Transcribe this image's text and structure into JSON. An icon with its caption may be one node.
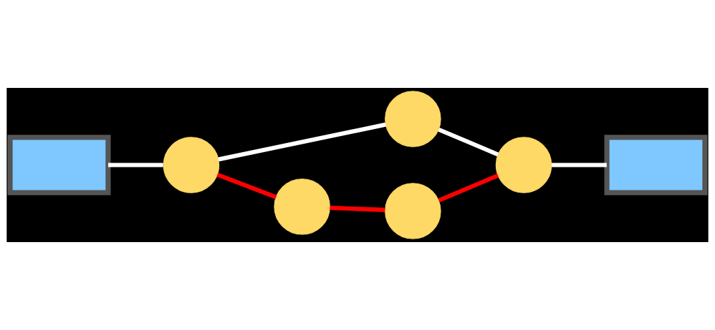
{
  "diagram": {
    "nodes": [
      {
        "text": [],
        "shape": "monitor"
      },
      {
        "text": [],
        "shape": "circle"
      },
      {
        "text": [],
        "shape": "circle"
      },
      {
        "text": [],
        "shape": "circle"
      },
      {
        "text": [],
        "shape": "circle"
      },
      {
        "text": [],
        "shape": "circle"
      },
      {
        "text": [],
        "shape": "monitor"
      }
    ],
    "edges": [
      {
        "from": 0,
        "to": 1,
        "arrow": "none"
      },
      {
        "from": 1,
        "to": 2,
        "arrow": "none"
      },
      {
        "from": 2,
        "to": 3,
        "arrow": "none"
      },
      {
        "from": 3,
        "to": 6,
        "arrow": "none"
      },
      {
        "from": 1,
        "to": 4,
        "arrow": "none",
        "color": "#ff0000"
      },
      {
        "from": 4,
        "to": 5,
        "arrow": "none",
        "color": "#ff0000"
      },
      {
        "from": 5,
        "to": 3,
        "arrow": "none",
        "color": "#ff0000"
      }
    ]
  }
}
